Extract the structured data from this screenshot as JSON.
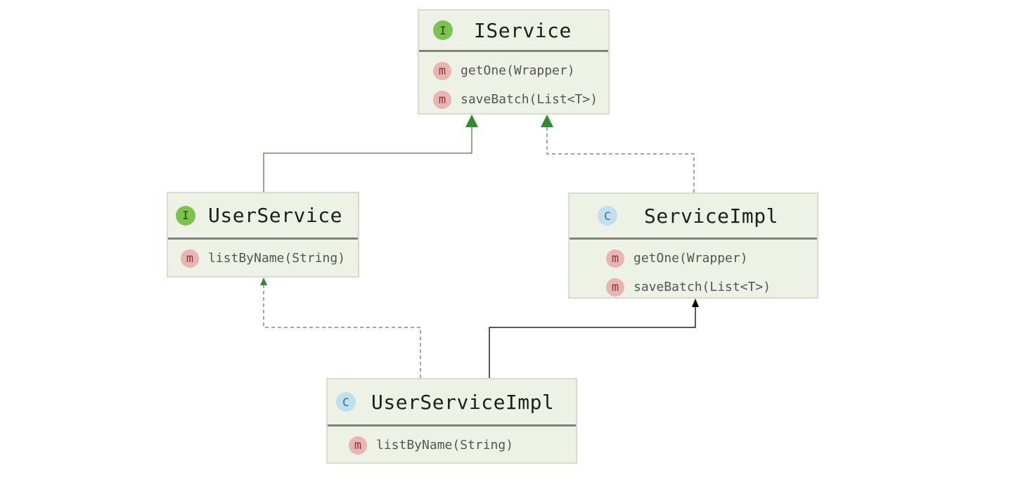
{
  "diagram": {
    "nodes": [
      {
        "id": "iservice",
        "kind": "interface",
        "badge": "I",
        "name": "IService",
        "methods": [
          {
            "badge": "m",
            "label": "getOne(Wrapper)"
          },
          {
            "badge": "m",
            "label": "saveBatch(List<T>)"
          }
        ]
      },
      {
        "id": "userservice",
        "kind": "interface",
        "badge": "I",
        "name": "UserService",
        "methods": [
          {
            "badge": "m",
            "label": "listByName(String)"
          }
        ]
      },
      {
        "id": "serviceimpl",
        "kind": "class",
        "badge": "C",
        "name": "ServiceImpl",
        "methods": [
          {
            "badge": "m",
            "label": "getOne(Wrapper)"
          },
          {
            "badge": "m",
            "label": "saveBatch(List<T>)"
          }
        ]
      },
      {
        "id": "userserviceimpl",
        "kind": "class",
        "badge": "C",
        "name": "UserServiceImpl",
        "methods": [
          {
            "badge": "m",
            "label": "listByName(String)"
          }
        ]
      }
    ],
    "edges": [
      {
        "from": "userservice",
        "to": "iservice",
        "type": "extends",
        "style": "solid",
        "color": "#2f8c2f"
      },
      {
        "from": "serviceimpl",
        "to": "iservice",
        "type": "implements",
        "style": "dashed",
        "color": "#2f8c2f"
      },
      {
        "from": "userserviceimpl",
        "to": "userservice",
        "type": "implements",
        "style": "dashed",
        "color": "#2f8c2f"
      },
      {
        "from": "userserviceimpl",
        "to": "serviceimpl",
        "type": "extends",
        "style": "solid",
        "color": "#000000"
      }
    ]
  },
  "colors": {
    "box_background": "#eef2e6",
    "box_border": "#d6ddca",
    "header_divider": "#7f837c",
    "interface_badge": "#7cc34e",
    "class_badge": "#bfe0ec",
    "method_badge": "#e8b4b4",
    "green_arrow": "#2f8c2f",
    "black_arrow": "#000000"
  }
}
